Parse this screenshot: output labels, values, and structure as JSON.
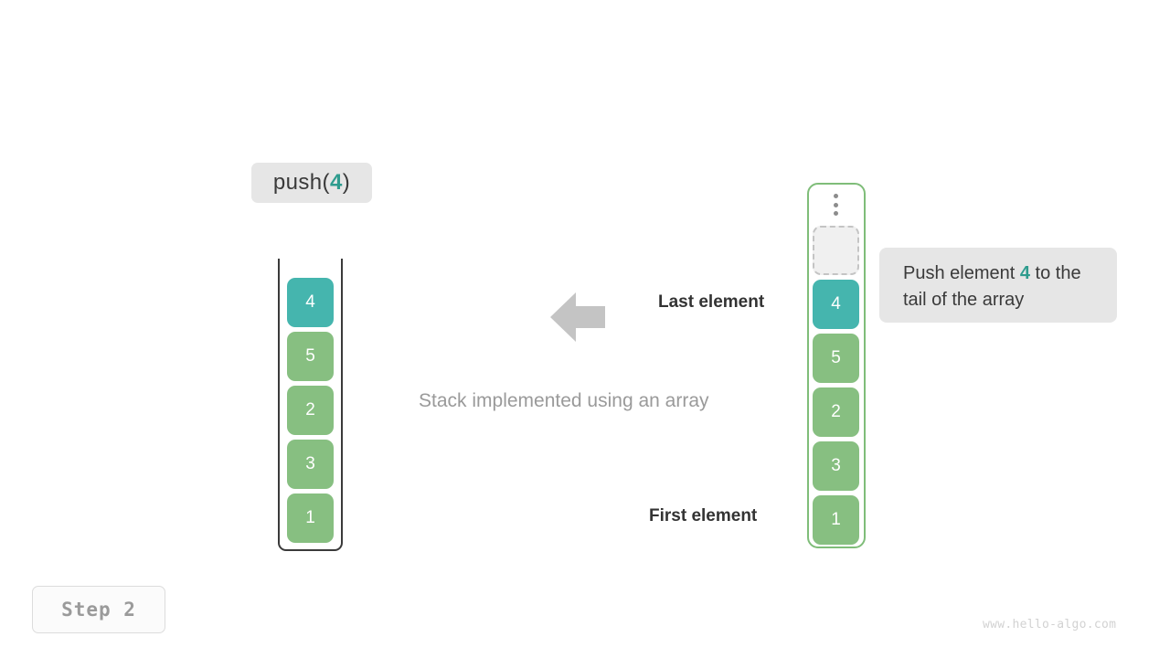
{
  "operation": {
    "prefix": "push(",
    "value": "4",
    "suffix": ")"
  },
  "stack": {
    "title": "Stack implemented using an array",
    "cells": [
      {
        "value": "4",
        "color": "teal"
      },
      {
        "value": "5",
        "color": "green"
      },
      {
        "value": "2",
        "color": "green"
      },
      {
        "value": "3",
        "color": "green"
      },
      {
        "value": "1",
        "color": "green"
      }
    ]
  },
  "array": {
    "ellipsis": "⋮",
    "empty_slot_label": "",
    "cells": [
      {
        "value": "4",
        "color": "teal"
      },
      {
        "value": "5",
        "color": "green"
      },
      {
        "value": "2",
        "color": "green"
      },
      {
        "value": "3",
        "color": "green"
      },
      {
        "value": "1",
        "color": "green"
      }
    ]
  },
  "tooltip": {
    "text_before": "Push element ",
    "accent": "4",
    "text_after": " to the tail of the array"
  },
  "annotations": {
    "last_element": "Last element",
    "first_element": "First element",
    "arrow_direction": "left"
  },
  "step": {
    "label": "Step  2"
  },
  "watermark": "www.hello-algo.com",
  "colors": {
    "teal": "#45b5ae",
    "green": "#87bf81",
    "accent_text": "#2e9c8e",
    "chip_background": "#e6e6e6",
    "array_border": "#7fbd79",
    "arrow": "#c4c4c4"
  }
}
